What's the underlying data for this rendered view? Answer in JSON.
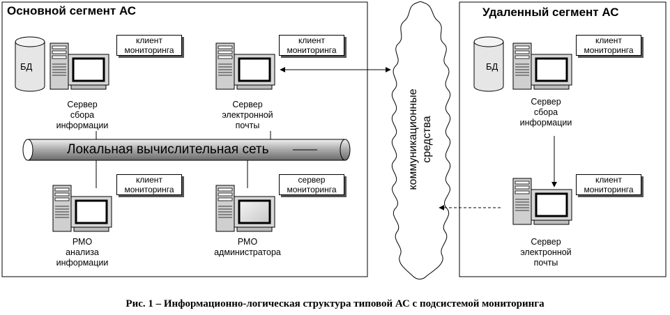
{
  "main_segment": {
    "title": "Основной сегмент АС",
    "db_label": "БД",
    "collector_tag": [
      "клиент",
      "мониторинга"
    ],
    "collector_caption": [
      "Сервер",
      "сбора",
      "информации"
    ],
    "mail_tag": [
      "клиент",
      "мониторинга"
    ],
    "mail_caption": [
      "Сервер",
      "электронной",
      "почты"
    ],
    "lan_label": "Локальная вычислительная сеть",
    "analysis_tag": [
      "клиент",
      "мониторинга"
    ],
    "analysis_caption": [
      "РМО",
      "анализа",
      "информации"
    ],
    "admin_tag": [
      "сервер",
      "мониторинга"
    ],
    "admin_caption": [
      "РМО",
      "администратора"
    ]
  },
  "comm": {
    "lines": [
      "коммуникационные",
      "средства"
    ]
  },
  "remote_segment": {
    "title": "Удаленный сегмент АС",
    "db_label": "БД",
    "collector_tag": [
      "клиент",
      "мониторинга"
    ],
    "collector_caption": [
      "Сервер",
      "сбора",
      "информации"
    ],
    "mail_tag": [
      "клиент",
      "мониторинга"
    ],
    "mail_caption": [
      "Сервер",
      "электронной",
      "почты"
    ]
  },
  "caption": "Рис. 1 – Информационно-логическая структура типовой АС с подсистемой мониторинга"
}
